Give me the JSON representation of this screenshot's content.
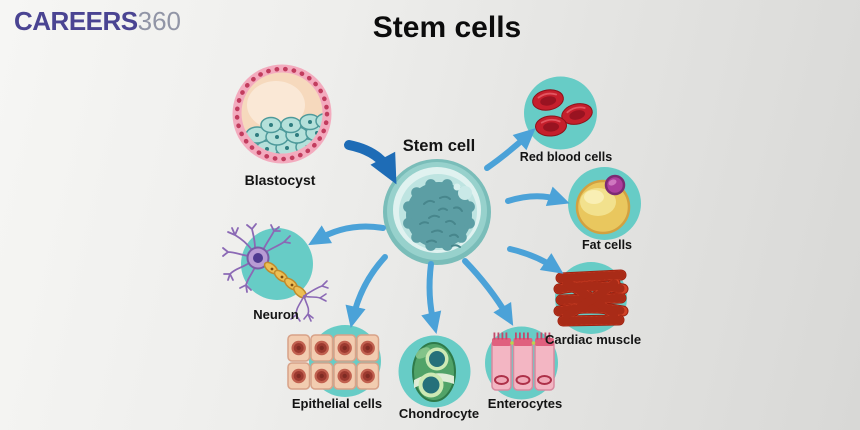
{
  "brand": {
    "name": "CAREERS",
    "suffix": "360"
  },
  "title": "Stem cells",
  "diagram": {
    "source": {
      "label": "Blastocyst"
    },
    "center": {
      "label": "Stem cell"
    },
    "derivatives": [
      {
        "label": "Red blood cells"
      },
      {
        "label": "Fat cells"
      },
      {
        "label": "Cardiac muscle"
      },
      {
        "label": "Enterocytes"
      },
      {
        "label": "Chondrocyte"
      },
      {
        "label": "Epithelial cells"
      },
      {
        "label": "Neuron"
      }
    ],
    "colors": {
      "cell_circle_teal": "#67ccc6",
      "arrow_light_blue": "#4ba2d8",
      "arrow_dark_blue": "#1e6cb6",
      "logo_purple": "#4a4492",
      "logo_gray": "#9195a6",
      "label_black": "#141414",
      "blastocyst_pink": "#f3abbe",
      "stem_cell_teal": "#5c9ea4",
      "rbc_red": "#c51f2c",
      "fat_yellow": "#e9c75e",
      "cardiac_red": "#d14227",
      "enterocyte_pink": "#f3b6c3",
      "chondrocyte_green": "#51a368",
      "epithelial_peach": "#f2ccb0",
      "neuron_purple": "#8b69b5"
    }
  }
}
